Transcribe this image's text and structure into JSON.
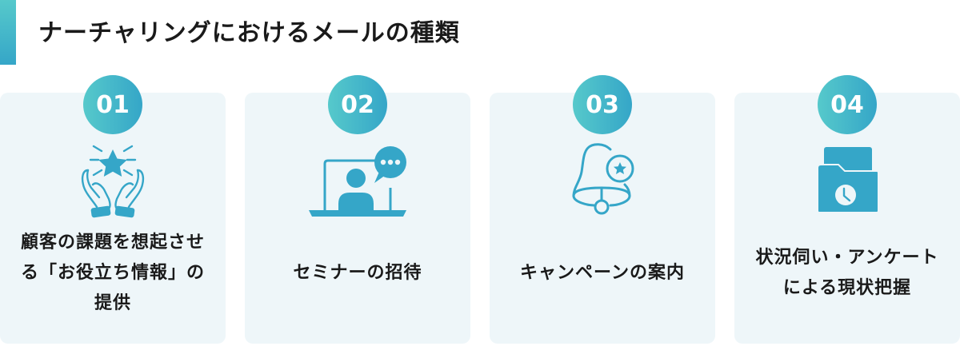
{
  "header": {
    "title": "ナーチャリングにおけるメールの種類",
    "accent_gradient": [
      "#56C9CB",
      "#35A6C8"
    ]
  },
  "colors": {
    "card_background": "#EEF6F9",
    "icon_color": "#35A6C8",
    "badge_gradient": [
      "#56C9CB",
      "#35A6C8"
    ],
    "text": "#1a1a1a"
  },
  "cards": [
    {
      "number": "01",
      "icon": "hands-holding-star-icon",
      "lines": [
        "顧客の課題を想起させ",
        "る「お役立ち情報」の",
        "提供"
      ]
    },
    {
      "number": "02",
      "icon": "laptop-webinar-chat-icon",
      "lines": [
        "セミナーの招待"
      ]
    },
    {
      "number": "03",
      "icon": "bell-star-badge-icon",
      "lines": [
        "キャンペーンの案内"
      ]
    },
    {
      "number": "04",
      "icon": "folder-clock-icon",
      "lines": [
        "状況伺い・アンケート",
        "による現状把握"
      ]
    }
  ]
}
